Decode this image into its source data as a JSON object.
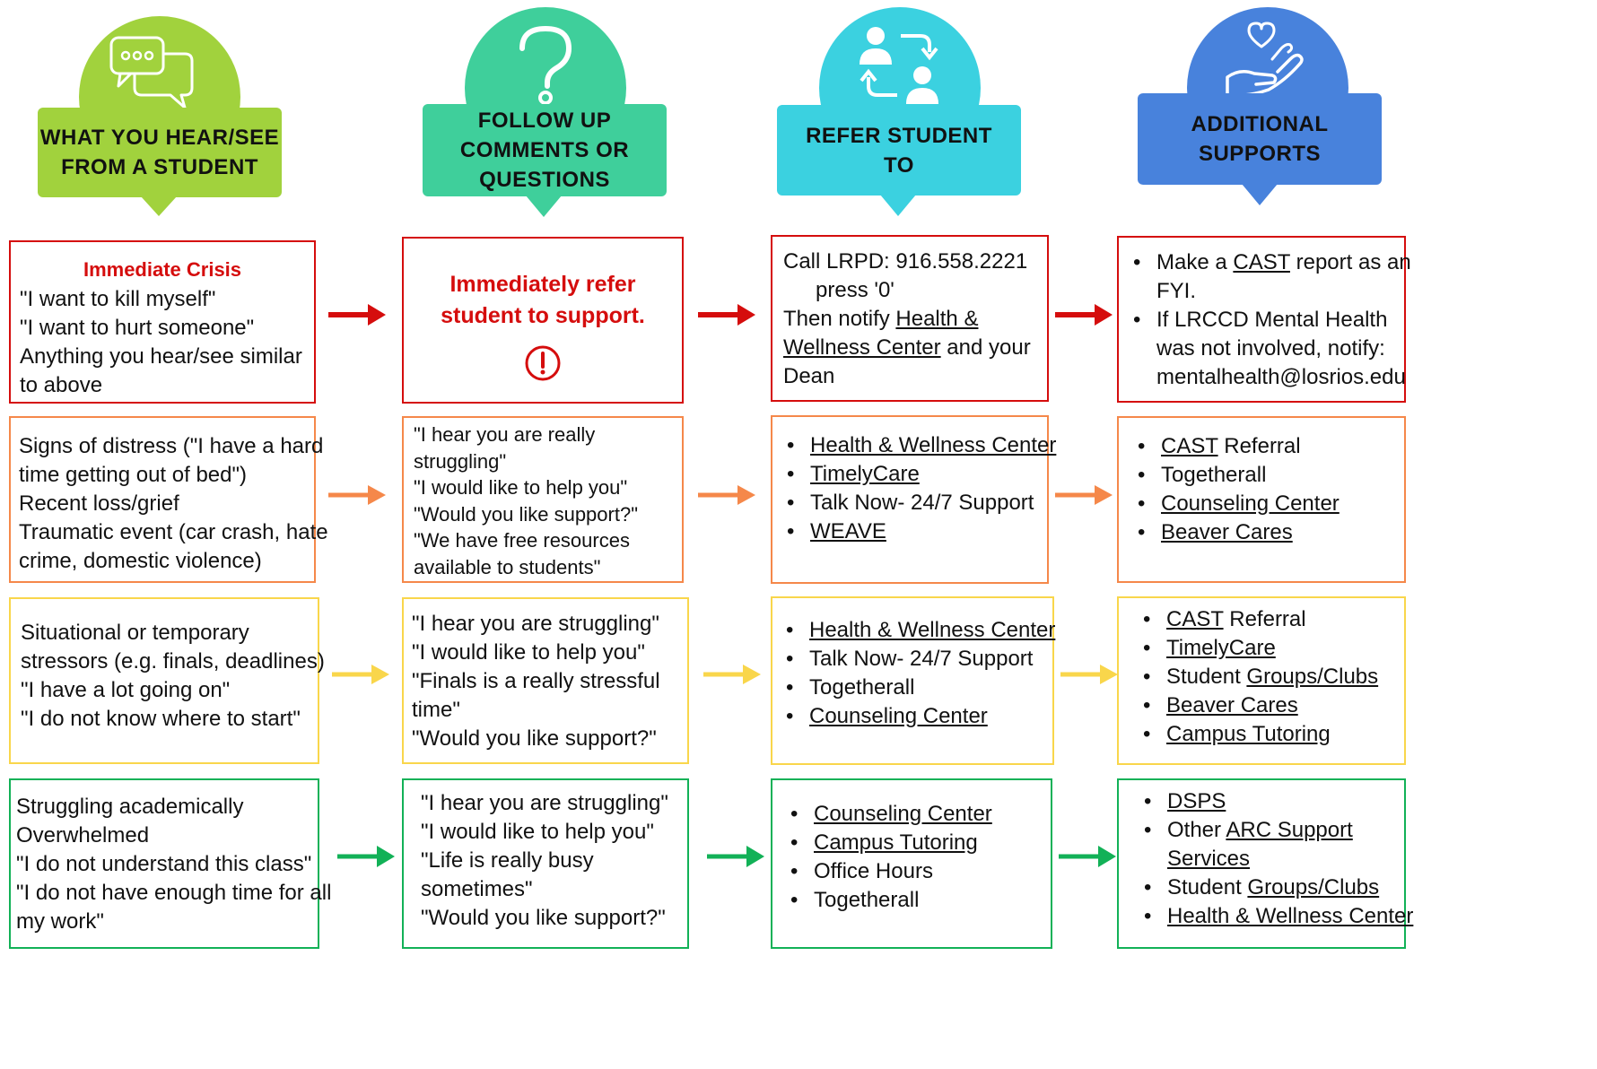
{
  "headers": [
    {
      "label_line1": "WHAT YOU HEAR/SEE",
      "label_line2": "FROM A STUDENT",
      "icon": "chat-bubbles-icon",
      "color": "#a1d23d"
    },
    {
      "label_line1": "FOLLOW UP",
      "label_line2": "COMMENTS OR",
      "label_line3": "QUESTIONS",
      "icon": "question-mark-icon",
      "color": "#3fcf9b"
    },
    {
      "label_line1": "REFER STUDENT",
      "label_line2": "TO",
      "icon": "people-exchange-icon",
      "color": "#3bd1e0"
    },
    {
      "label_line1": "ADDITIONAL",
      "label_line2": "SUPPORTS",
      "icon": "hand-heart-icon",
      "color": "#4882dc"
    }
  ],
  "row_colors": {
    "crisis": "#d50d0d",
    "distress": "#f5884a",
    "situational": "#f9d64b",
    "academic": "#12b157"
  },
  "rows": {
    "crisis": {
      "hear_title": "Immediate Crisis",
      "hear": [
        "\"I want to kill myself\"",
        "\"I want to hurt someone\"",
        "Anything you hear/see similar",
        "to above"
      ],
      "follow_line1": "Immediately refer",
      "follow_line2": "student to support.",
      "follow_icon": "alert-exclamation-icon",
      "refer_line1": "Call LRPD: 916.558.2221",
      "refer_line2": "press '0'",
      "refer_line3_pre": "Then notify ",
      "refer_line3_link": "Health &",
      "refer_line4_link": "Wellness Center",
      "refer_line4_post": " and your",
      "refer_line5": "Dean",
      "add1_pre": "Make a ",
      "add1_link": "CAST",
      "add1_post": " report as an",
      "add1_cont": "FYI.",
      "add2_line1": "If LRCCD Mental Health",
      "add2_line2": "was not involved, notify:",
      "add2_line3": "mentalhealth@losrios.edu"
    },
    "distress": {
      "hear": [
        "Signs of distress (\"I have a hard",
        "time getting out of bed\")",
        "Recent loss/grief",
        "Traumatic event (car crash, hate",
        "crime, domestic violence)"
      ],
      "follow": [
        "\"I hear you are really",
        "struggling\"",
        "\"I would like to help you\"",
        "\"Would you like support?\"",
        "\"We have free resources",
        "available to students\""
      ],
      "refer": [
        "Health & Wellness Center",
        "TimelyCare",
        "Talk Now- 24/7 Support",
        "WEAVE"
      ],
      "add_cast": "CAST",
      "add_cast_post": " Referral",
      "add": [
        "Togetherall",
        "Counseling Center",
        "Beaver Cares"
      ]
    },
    "situational": {
      "hear": [
        "Situational or temporary",
        "stressors (e.g. finals, deadlines)",
        "\"I have a lot going on\"",
        "\"I do not know where to start\""
      ],
      "follow": [
        "\"I hear you are struggling\"",
        "\"I would like to help you\"",
        "\"Finals is a really stressful",
        "time\"",
        "\"Would you like support?\""
      ],
      "refer": [
        "Health & Wellness Center",
        "Talk Now- 24/7 Support",
        "Togetherall",
        "Counseling Center"
      ],
      "add_cast": "CAST",
      "add_cast_post": " Referral",
      "add_timely": "TimelyCare",
      "add_groups_pre": "Student ",
      "add_groups_link": "Groups/Clubs",
      "add_beaver": "Beaver Cares",
      "add_tutoring": "Campus Tutoring"
    },
    "academic": {
      "hear": [
        "Struggling academically",
        "Overwhelmed",
        "\"I do not understand this class\"",
        "\"I do not have enough time for all",
        "my work\""
      ],
      "follow": [
        "\"I hear you are struggling\"",
        "\"I would like to help you\"",
        "\"Life is really busy",
        "sometimes\"",
        "\"Would you like support?\""
      ],
      "refer": [
        "Counseling Center",
        "Campus Tutoring",
        "Office Hours",
        "Togetherall"
      ],
      "add_dsps": "DSPS",
      "add_other_pre": "Other ",
      "add_other_link": "ARC Support",
      "add_other_cont": "Services",
      "add_groups_pre": "Student ",
      "add_groups_link": "Groups/Clubs",
      "add_hwc": "Health & Wellness Center"
    }
  }
}
